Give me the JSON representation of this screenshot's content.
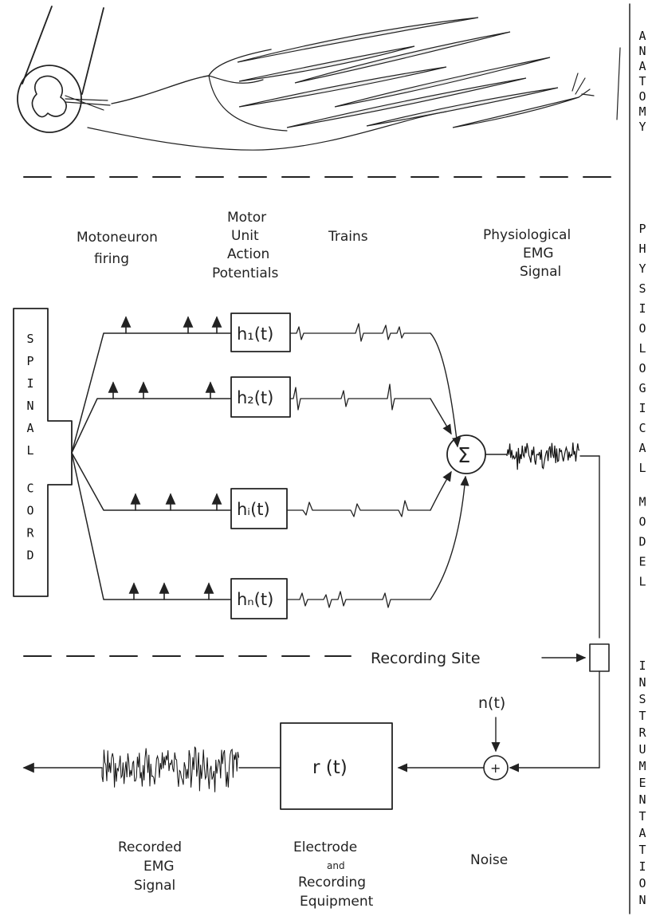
{
  "side_labels": {
    "anatomy": "ANATOMY",
    "physiological_model": "PHYSIOLOGICAL MODEL",
    "instrumentation": "INSTRUMENTATION"
  },
  "column_headers": {
    "motoneuron_1": "Motoneuron",
    "motoneuron_2": "firing",
    "muap_1": "Motor",
    "muap_2": "Unit",
    "muap_3": "Action",
    "muap_4": "Potentials",
    "trains": "Trains",
    "phys_1": "Physiological",
    "phys_2": "EMG",
    "phys_3": "Signal"
  },
  "spinal_cord": "SPINAL CORD",
  "filters": {
    "h1": "h₁(t)",
    "h2": "h₂(t)",
    "hi": "hᵢ(t)",
    "hn": "hₙ(t)"
  },
  "summation": "Σ",
  "recording_site": "Recording Site",
  "noise_symbol": "n(t)",
  "adder": "+",
  "recorder_box": "r (t)",
  "bottom_labels": {
    "recorded_1": "Recorded",
    "recorded_2": "EMG",
    "recorded_3": "Signal",
    "electrode_1": "Electrode",
    "electrode_2": "and",
    "electrode_3": "Recording",
    "electrode_4": "Equipment",
    "noise": "Noise"
  }
}
